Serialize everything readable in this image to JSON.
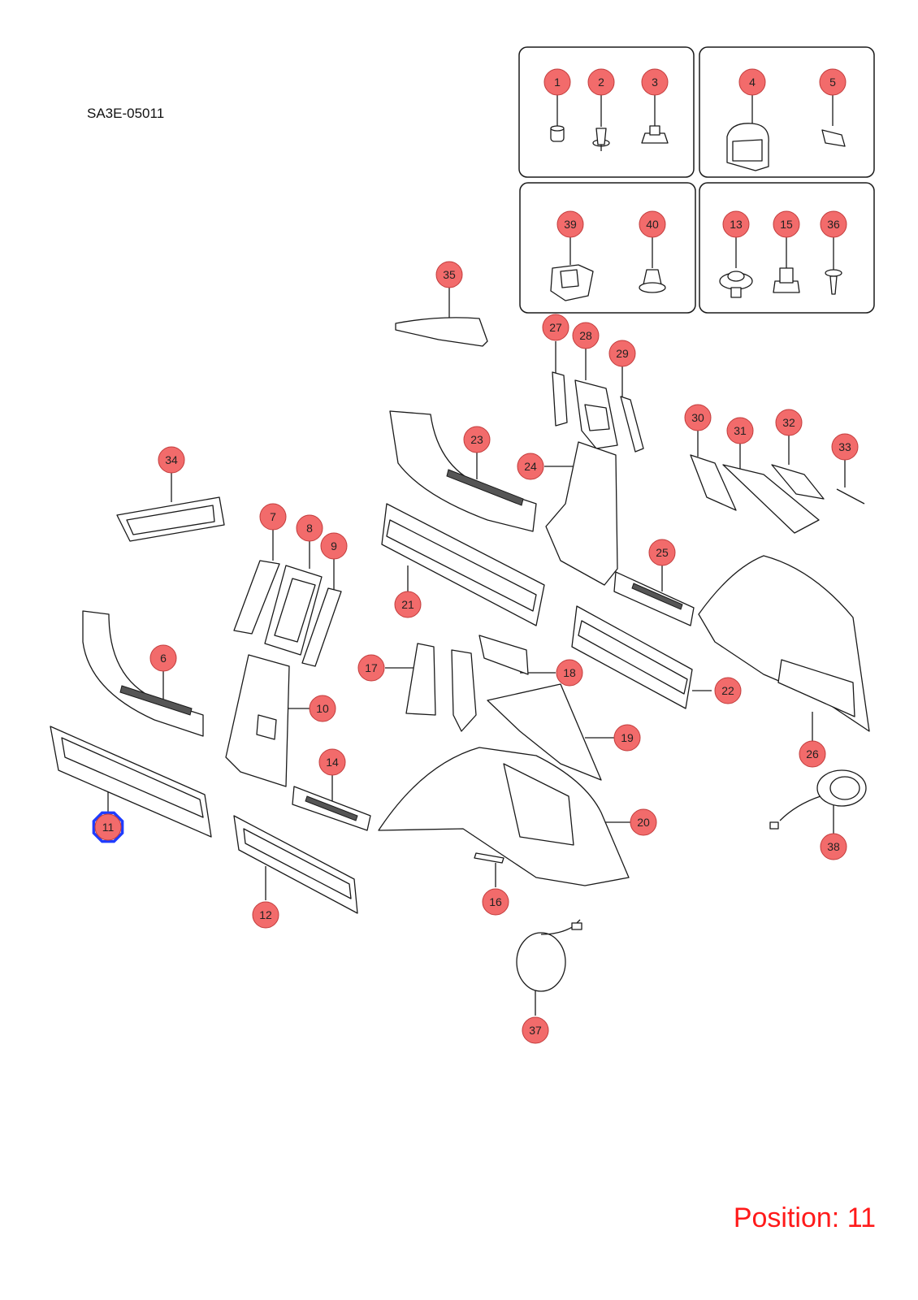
{
  "diagram_code": "SA3E-05011",
  "position_label": "Position: 11",
  "colors": {
    "callout_fill": "#f26b6b",
    "callout_stroke": "#c23c3c",
    "highlight": "#1f3cff",
    "position_text": "#ff1a1a"
  },
  "highlighted_callout": "11",
  "callouts": [
    {
      "label": "1"
    },
    {
      "label": "2"
    },
    {
      "label": "3"
    },
    {
      "label": "4"
    },
    {
      "label": "5"
    },
    {
      "label": "39"
    },
    {
      "label": "40"
    },
    {
      "label": "13"
    },
    {
      "label": "15"
    },
    {
      "label": "36"
    },
    {
      "label": "35"
    },
    {
      "label": "27"
    },
    {
      "label": "28"
    },
    {
      "label": "29"
    },
    {
      "label": "23"
    },
    {
      "label": "24"
    },
    {
      "label": "30"
    },
    {
      "label": "31"
    },
    {
      "label": "32"
    },
    {
      "label": "33"
    },
    {
      "label": "34"
    },
    {
      "label": "7"
    },
    {
      "label": "8"
    },
    {
      "label": "9"
    },
    {
      "label": "21"
    },
    {
      "label": "25"
    },
    {
      "label": "6"
    },
    {
      "label": "17"
    },
    {
      "label": "18"
    },
    {
      "label": "10"
    },
    {
      "label": "22"
    },
    {
      "label": "19"
    },
    {
      "label": "14"
    },
    {
      "label": "26"
    },
    {
      "label": "11"
    },
    {
      "label": "20"
    },
    {
      "label": "38"
    },
    {
      "label": "16"
    },
    {
      "label": "12"
    },
    {
      "label": "37"
    }
  ]
}
